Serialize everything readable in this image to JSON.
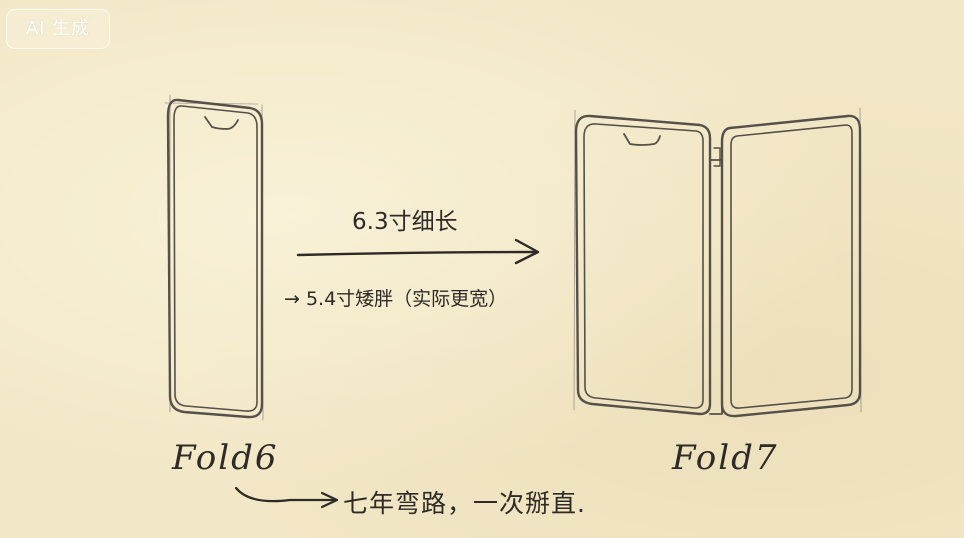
{
  "watermark": {
    "label": "AI 生成"
  },
  "annotations": {
    "top_label": "6.3寸细长",
    "sub_label": "→ 5.4寸矮胖（实际更宽）"
  },
  "devices": {
    "left_name": "Fold6",
    "right_name": "Fold7"
  },
  "caption": "七年弯路，一次掰直."
}
